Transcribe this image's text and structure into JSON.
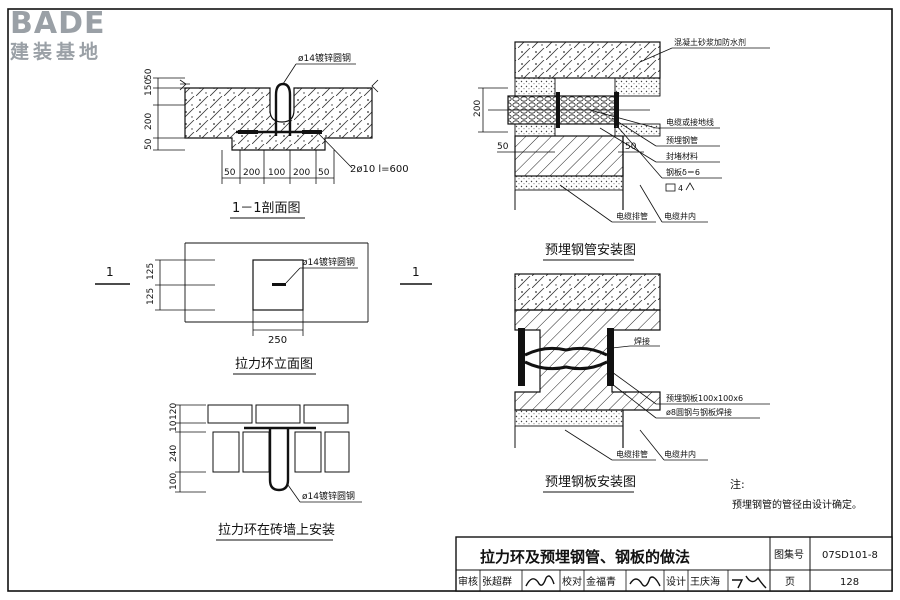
{
  "logo": {
    "brand": "BADE",
    "tagline": "建装基地"
  },
  "section_view": {
    "title": "1－1剖面图",
    "rod_label": "ø14镀锌圆钢",
    "bar_label": "2ø10  l=600",
    "dims_vertical": [
      "150",
      "50",
      "200",
      "50"
    ],
    "dims_horizontal": [
      "50",
      "200",
      "100",
      "200",
      "50"
    ]
  },
  "elevation_view": {
    "title": "拉力环立面图",
    "rod_label": "ø14镀锌圆钢",
    "section_mark": "1",
    "dims_vertical": [
      "125",
      "125"
    ],
    "width_dim": "250"
  },
  "brick_view": {
    "title": "拉力环在砖墙上安装",
    "rod_label": "ø14镀锌圆钢",
    "dims_vertical": [
      "120",
      "10",
      "240",
      "100"
    ]
  },
  "pipe_view": {
    "title": "预埋钢管安装图",
    "labels": [
      "混凝土砂浆加防水剂",
      "电缆或接地线",
      "预埋钢管",
      "封堵材料",
      "钢板δ＝6",
      "4"
    ],
    "bottom_labels": [
      "电缆排管",
      "电缆井内"
    ],
    "dims": [
      "200",
      "50",
      "50"
    ]
  },
  "plate_view": {
    "title": "预埋钢板安装图",
    "labels": [
      "焊接",
      "预埋钢板100x100x6",
      "ø8圆钢与钢板焊接"
    ],
    "bottom_labels": [
      "电缆排管",
      "电缆井内"
    ]
  },
  "note": {
    "heading": "注:",
    "text": "预埋钢管的管径由设计确定。"
  },
  "title_block": {
    "drawing_title": "拉力环及预埋钢管、钢板的做法",
    "atlas_label": "图集号",
    "atlas_no": "07SD101-8",
    "page_label": "页",
    "page_no": "128",
    "review_label": "审核",
    "reviewer": "张超群",
    "check_label": "校对",
    "checker": "金福青",
    "design_label": "设计",
    "designer": "王庆海"
  }
}
